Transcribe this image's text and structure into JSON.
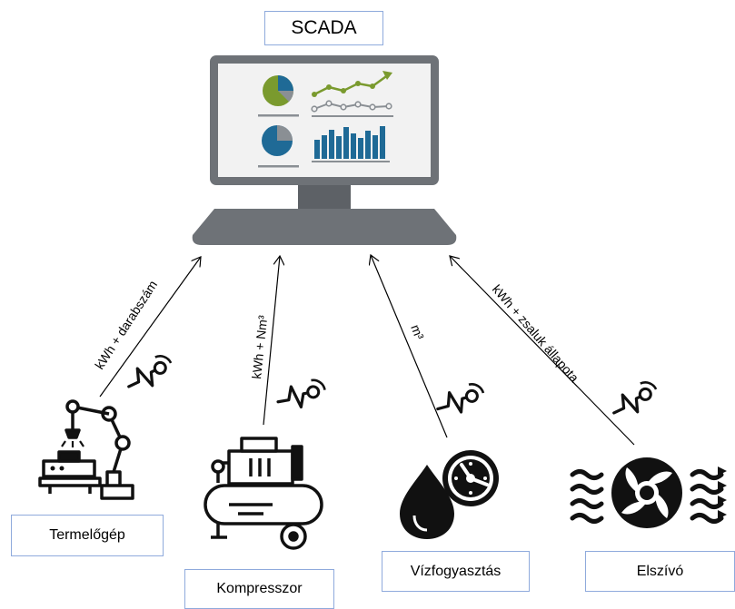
{
  "central_node": {
    "label": "SCADA"
  },
  "devices": [
    {
      "id": "termelogep",
      "label": "Termelőgép",
      "link_label": "kWh + darabszám",
      "icon": "robot-arm-icon"
    },
    {
      "id": "kompresszor",
      "label": "Kompresszor",
      "link_label": "kWh + Nm³",
      "icon": "air-compressor-icon"
    },
    {
      "id": "vizfogyasztas",
      "label": "Vízfogyasztás",
      "link_label": "m³",
      "icon": "water-meter-icon"
    },
    {
      "id": "elszivo",
      "label": "Elszívó",
      "link_label": "kWh + zsaluk állapota",
      "icon": "exhaust-fan-icon"
    }
  ],
  "colors": {
    "box_border": "#8faadc",
    "monitor_body": "#6e7277",
    "monitor_screen": "#f2f2f2",
    "chart_green": "#7a9a2e",
    "chart_blue": "#1f6a96",
    "chart_gray": "#8a8f94",
    "icon": "#111111"
  }
}
